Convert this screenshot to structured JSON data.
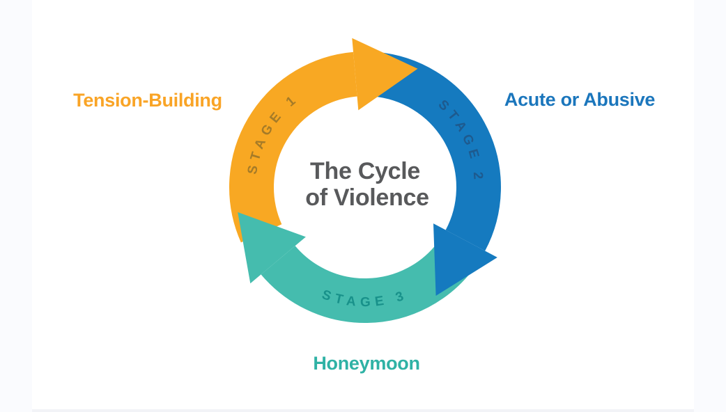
{
  "diagram": {
    "title_line1": "The Cycle",
    "title_line2": "of Violence"
  },
  "stages": [
    {
      "arc_label": "STAGE 1",
      "outer_label": "Tension-Building",
      "arc_color": "#F8A823",
      "arc_label_color": "#A57B28",
      "outer_label_color": "#F9A426"
    },
    {
      "arc_label": "STAGE 2",
      "outer_label": "Acute or Abusive",
      "arc_color": "#157ABF",
      "arc_label_color": "#1E5A8E",
      "outer_label_color": "#1B76BC"
    },
    {
      "arc_label": "STAGE 3",
      "outer_label": "Honeymoon",
      "arc_color": "#45BCAE",
      "arc_label_color": "#18918A",
      "outer_label_color": "#2FB2A5"
    }
  ],
  "colors": {
    "background": "#FFFFFF",
    "page_margin_band": "#FAFBFE",
    "bottom_edge_line": "#F2F3F7",
    "title_text": "#58595B"
  }
}
